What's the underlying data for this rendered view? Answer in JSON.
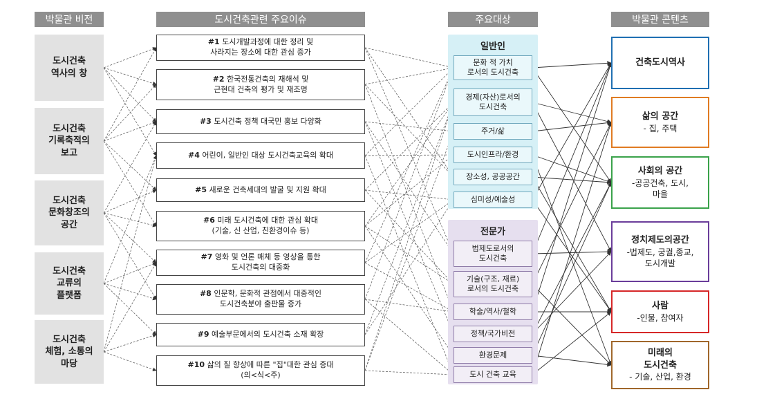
{
  "headers": {
    "vision": "박물관 비전",
    "issues": "도시건축관련 주요이슈",
    "targets": "주요대상",
    "contents": "박물관 콘텐츠"
  },
  "visions": [
    "도시건축\n역사의 창",
    "도시건축\n기록축적의\n보고",
    "도시건축\n문화창조의\n공간",
    "도시건축\n교류의\n플랫폼",
    "도시건축\n체험, 소통의\n마당"
  ],
  "issues": [
    {
      "no": "#1",
      "text": "도시개발과정에 대한 정리 및\n사라지는 장소에 대한 관심 증가"
    },
    {
      "no": "#2",
      "text": "한국전통건축의 재해석 및\n근현대 건축의 평가 및 재조명"
    },
    {
      "no": "#3",
      "text": "도시건축 정책 대국민 홍보 다양화"
    },
    {
      "no": "#4",
      "text": "어린이, 일반인 대상 도시건축교육의 확대"
    },
    {
      "no": "#5",
      "text": "새로운 건축세대의 발굴 및 지원 확대"
    },
    {
      "no": "#6",
      "text": "미래 도시건축에 대한 관심 확대\n(기술, 신 산업, 친환경이슈 등)"
    },
    {
      "no": "#7",
      "text": "영화 및 언론 매체 등 영상을 통한\n도시건축의 대중화"
    },
    {
      "no": "#8",
      "text": "인문학, 문화적 관점에서 대중적인\n도시건축분야 출판물 증가"
    },
    {
      "no": "#9",
      "text": "예술부문에서의 도시건축 소재 확장"
    },
    {
      "no": "#10",
      "text": "삶의 질 향상에 따른 \"집\"대한 관심 증대\n(의<식<주)"
    }
  ],
  "targets": {
    "general": {
      "label": "일반인",
      "items": [
        "문화 적 가치\n로서의 도시건축",
        "경제(자산)로서의\n도시건축",
        "주거/삶",
        "도시인프라/환경",
        "장소성, 공공공간",
        "심미성/예술성"
      ]
    },
    "expert": {
      "label": "전문가",
      "items": [
        "법제도로서의\n도시건축",
        "기술(구조, 재료)\n로서의 도시건축",
        "학술/역사/철학",
        "정책/국가비전",
        "환경문제",
        "도시 건축 교육"
      ]
    }
  },
  "contents": [
    {
      "title": "건축도시역사",
      "sub": "",
      "color": "#1f6fb2"
    },
    {
      "title": "삶의 공간",
      "sub": "- 집, 주택",
      "color": "#e07b22"
    },
    {
      "title": "사회의 공간",
      "sub": "-공공건축, 도시,\n마을",
      "color": "#3aa24a"
    },
    {
      "title": "정치제도의공간",
      "sub": "-법제도, 궁궐,종교,\n도시개발",
      "color": "#6a3d9a"
    },
    {
      "title": "사람",
      "sub": "-인물, 참여자",
      "color": "#d62728"
    },
    {
      "title": "미래의\n도시건축",
      "sub": "- 기술, 산업, 환경",
      "color": "#a0672b"
    }
  ],
  "styles": {
    "general_box": "#eaf8fb",
    "general_bg": "#d6f0f6",
    "expert_box": "#f2eef6",
    "expert_bg": "#e6dfef"
  }
}
